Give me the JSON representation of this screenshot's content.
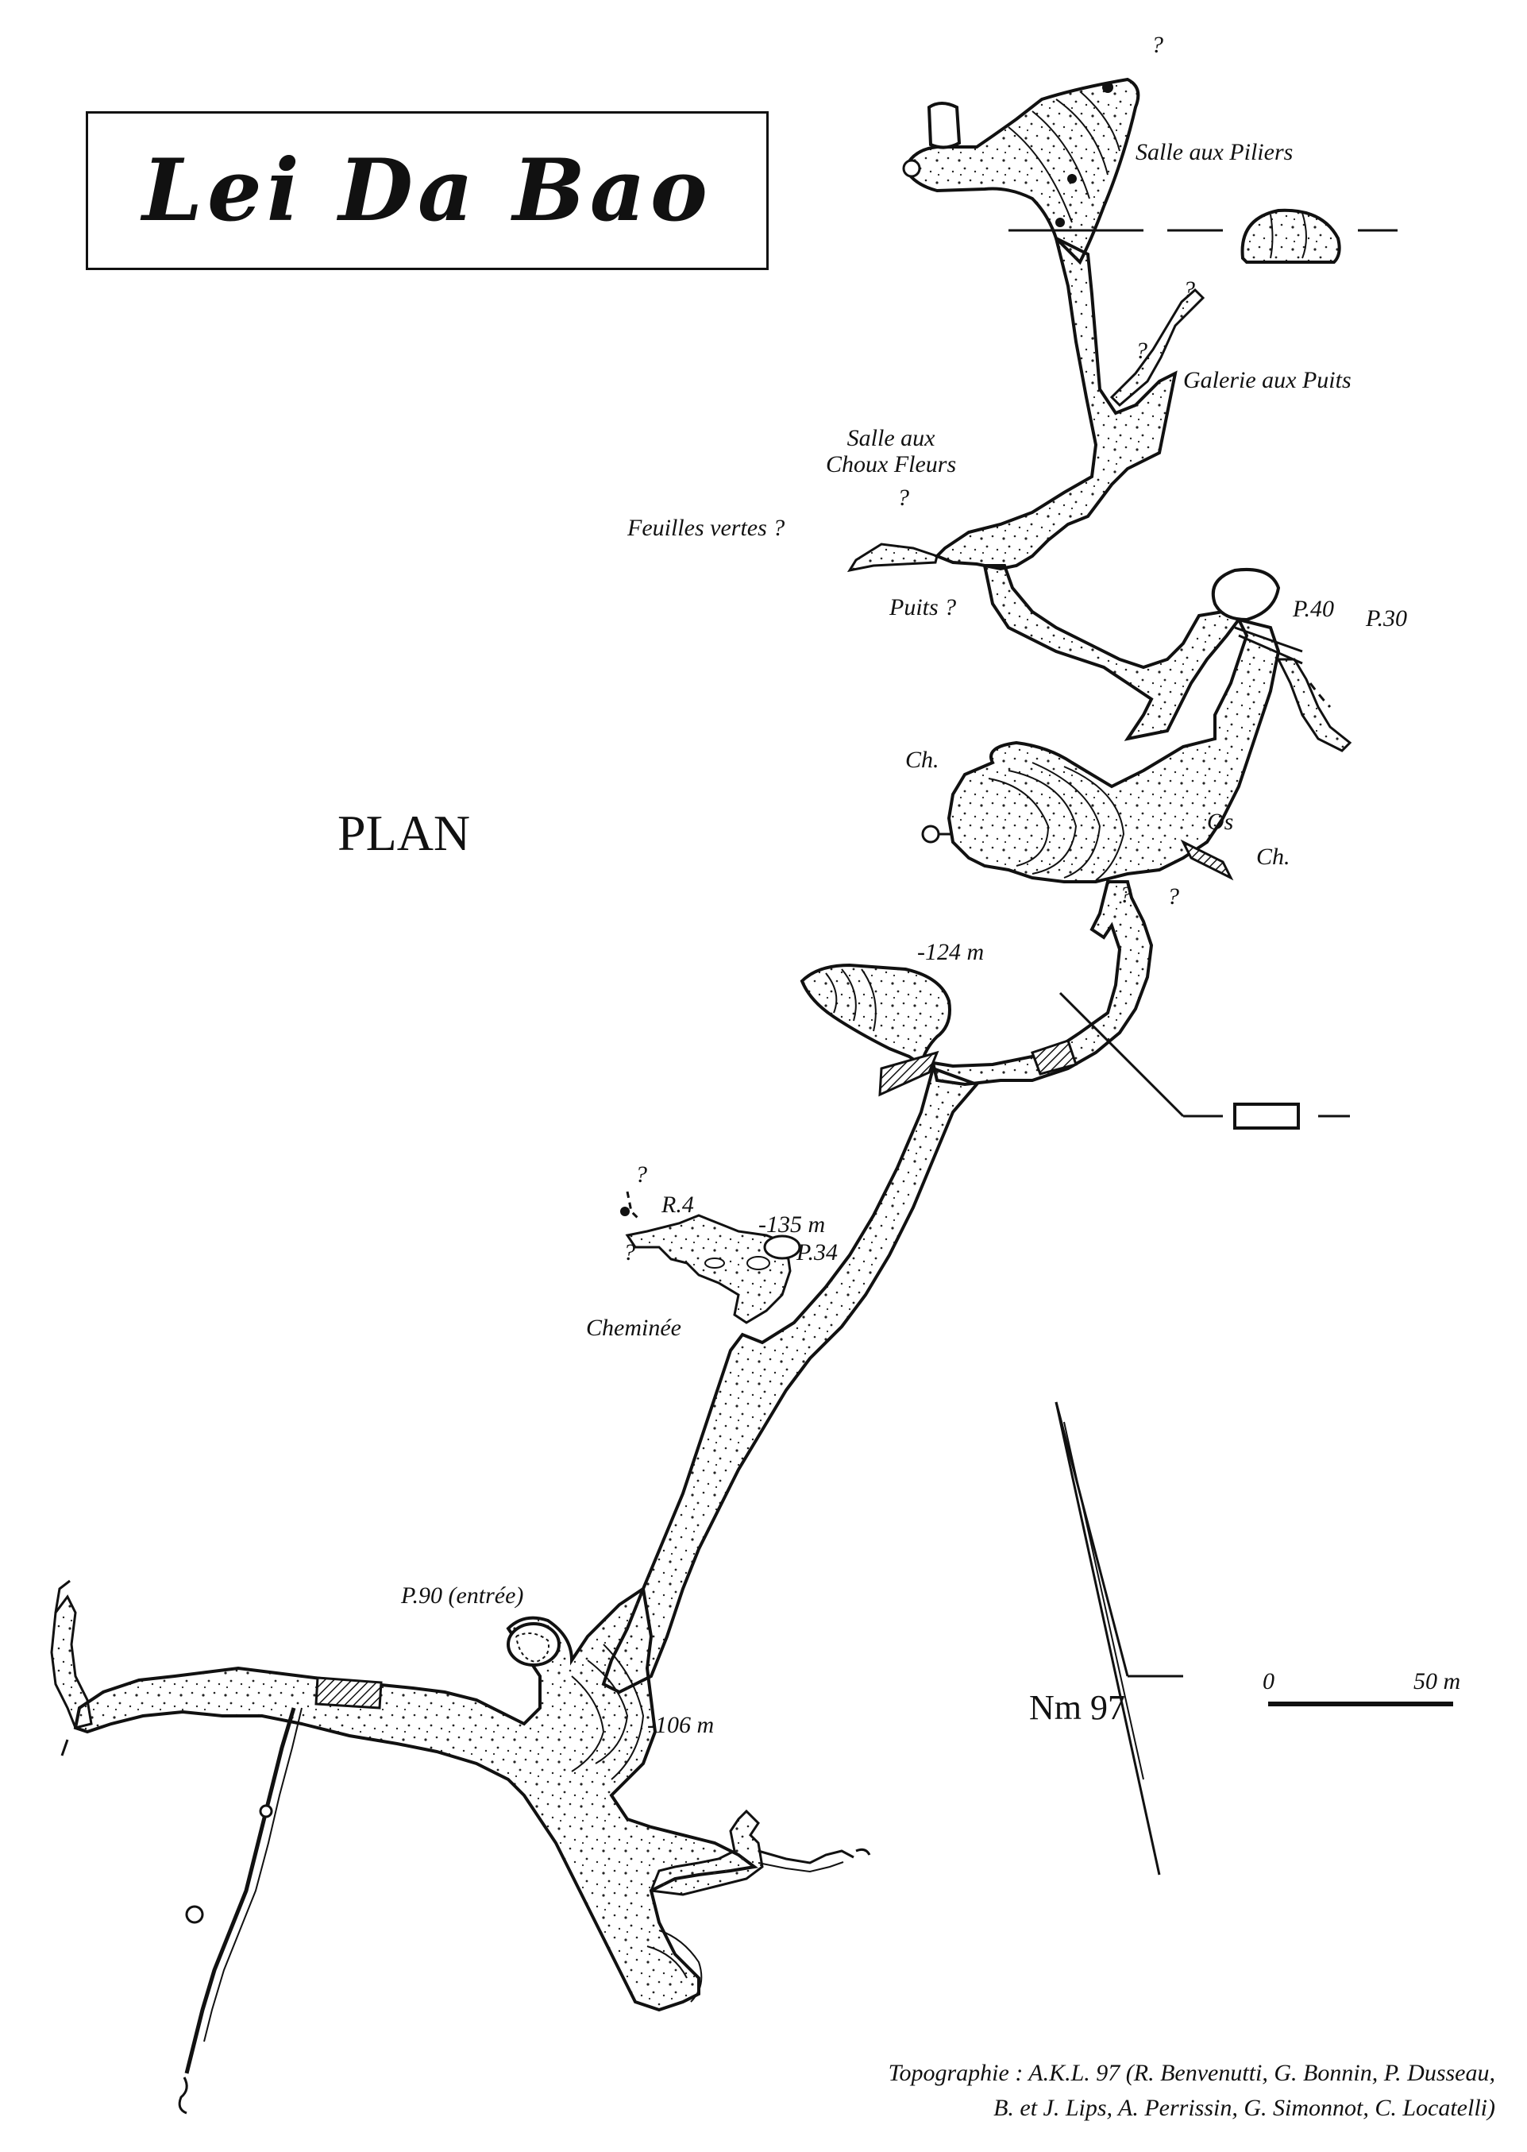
{
  "title": "Lei Da Bao",
  "view_label": "PLAN",
  "labels": {
    "salle_piliers": "Salle aux Piliers",
    "galerie_puits": "Galerie aux Puits",
    "salle_choux_line1": "Salle aux",
    "salle_choux_line2": "Choux Fleurs",
    "feuilles_vertes": "Feuilles vertes  ?",
    "puits_q": "Puits ?",
    "p40": "P.40",
    "p30": "P.30",
    "ch_left": "Ch.",
    "os": "Os",
    "ch_right": "Ch.",
    "depth_124": "-124 m",
    "r4": "R.4",
    "depth_135": "-135 m",
    "p34": "P.34",
    "cheminee": "Cheminée",
    "p90_entree": "P.90 (entrée)",
    "depth_106": "-106 m",
    "question_marks": [
      "?",
      "?",
      "?",
      "?",
      "?",
      "?",
      "?",
      "?"
    ]
  },
  "north": {
    "label": "Nm 97"
  },
  "scale": {
    "start_label": "0",
    "end_label": "50 m"
  },
  "credits": {
    "line1": "Topographie : A.K.L. 97 (R. Benvenutti, G. Bonnin, P. Dusseau,",
    "line2": "B. et J. Lips, A. Perrissin, G. Simonnot, C. Locatelli)"
  },
  "colors": {
    "ink": "#111111",
    "paper": "#ffffff"
  }
}
